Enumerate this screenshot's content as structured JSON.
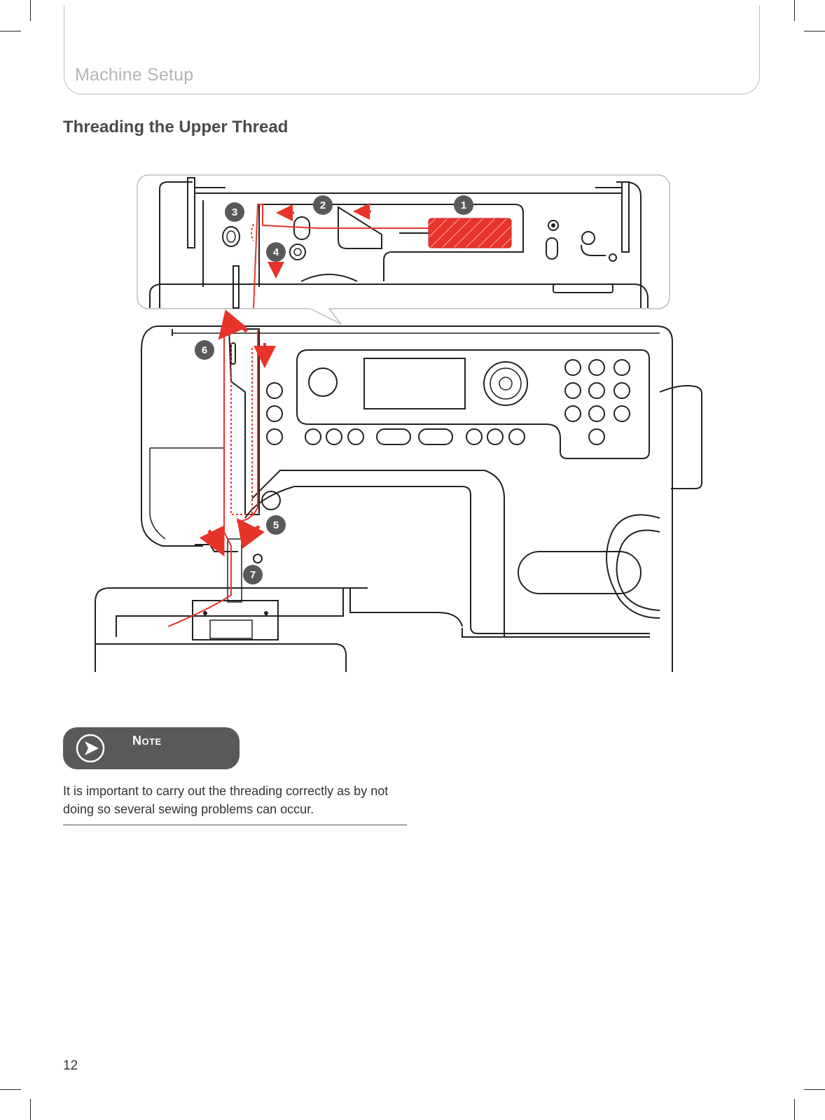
{
  "header": {
    "title": "Machine Setup"
  },
  "section": {
    "title": "Threading the Upper Thread"
  },
  "diagram": {
    "steps": [
      "1",
      "2",
      "3",
      "4",
      "5",
      "6",
      "7"
    ],
    "thread_color": "#e8332a",
    "badge_color": "#58595b"
  },
  "note": {
    "label": "Note",
    "text": "It is important to carry out the threading correctly as by not doing so several sewing problems can occur."
  },
  "page": {
    "number": "12"
  },
  "colors": {
    "accent": "#e8332a",
    "note_bg": "#58595b",
    "header_text": "#b5b5b5",
    "body_text": "#333333"
  }
}
